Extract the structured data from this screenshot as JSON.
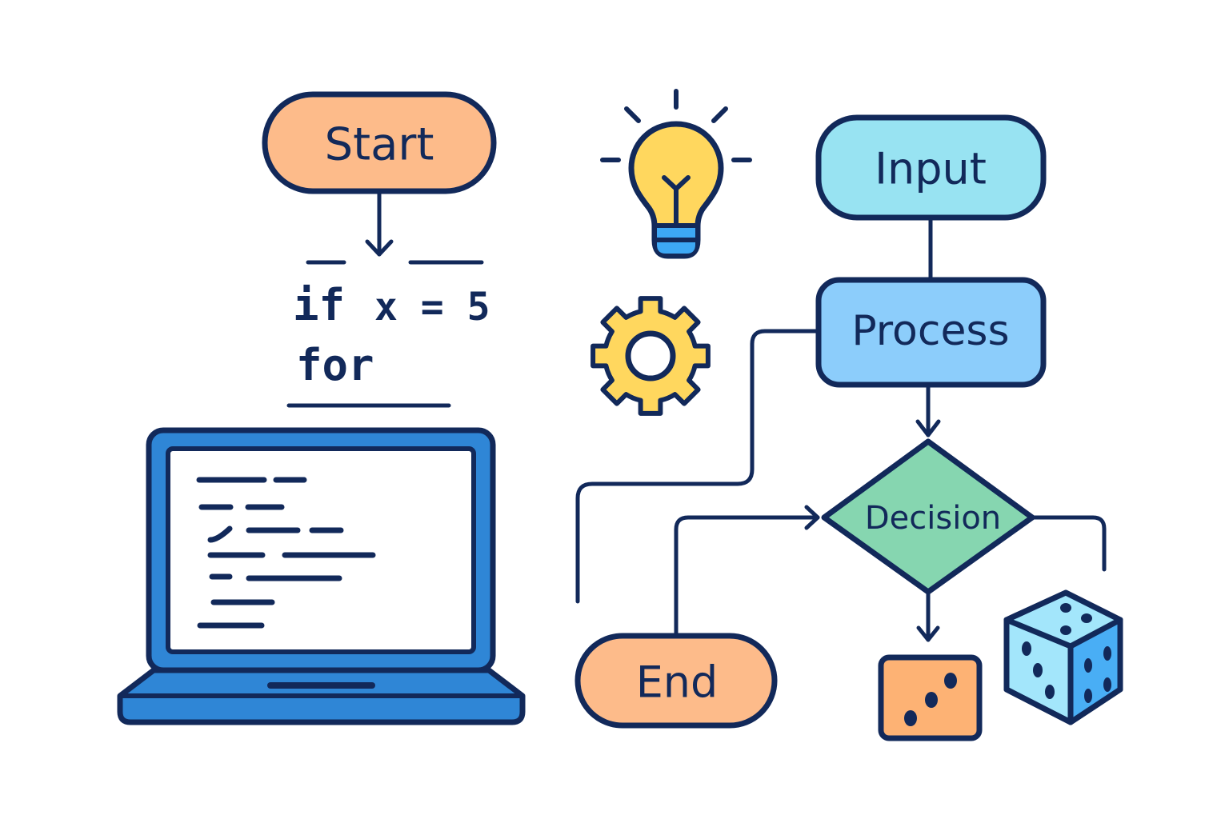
{
  "colors": {
    "outline": "#12295a",
    "terminal_fill": "#fdbb8a",
    "input_fill": "#98e3f2",
    "process_fill": "#8ccdfb",
    "decision_fill": "#86d6b0",
    "bulb_fill": "#ffd75e",
    "bulb_base": "#3da8f5",
    "gear_fill": "#ffd75e",
    "laptop_fill": "#2f86d6",
    "die_orange": "#fdb274",
    "die_blue_light": "#a3e6fb",
    "die_blue_dark": "#49aef5"
  },
  "nodes": {
    "start": "Start",
    "input": "Input",
    "process": "Process",
    "decision": "Decision",
    "end": "End"
  },
  "code_snippet": {
    "line1_keyword": "if",
    "line1_expr": "x = 5",
    "line2_keyword": "for"
  },
  "icons": {
    "lightbulb": "lightbulb-icon",
    "gear": "gear-icon",
    "laptop": "laptop-icon",
    "die_flat": "die-three-icon",
    "die_3d": "die-cube-icon"
  },
  "die_flat_pips": 3
}
